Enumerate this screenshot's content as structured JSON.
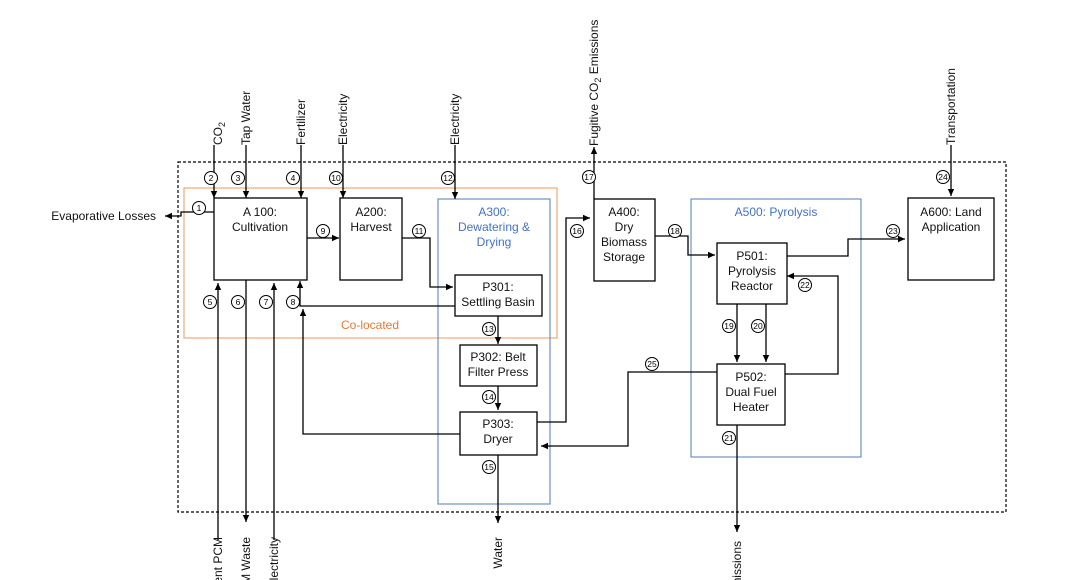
{
  "boxes": {
    "a100": [
      "A 100:",
      "Cultivation"
    ],
    "a200": [
      "A200:",
      "Harvest"
    ],
    "a400": [
      "A400:",
      "Dry",
      "Biomass",
      "Storage"
    ],
    "a600": [
      "A600: Land",
      "Application"
    ],
    "p301": [
      "P301:",
      "Settling Basin"
    ],
    "p302": [
      "P302: Belt",
      "Filter Press"
    ],
    "p303": [
      "P303:",
      "Dryer"
    ],
    "p501": [
      "P501:",
      "Pyrolysis",
      "Reactor"
    ],
    "p502": [
      "P502:",
      "Dual Fuel",
      "Heater"
    ]
  },
  "regions": {
    "a300": [
      "A300:",
      "Dewatering &",
      "Drying"
    ],
    "a500": "A500: Pyrolysis",
    "colocated": "Co-located"
  },
  "flows": {
    "evaporative_losses": "Evaporative Losses",
    "co2": "CO",
    "co2_sub": "2",
    "tap_water": "Tap Water",
    "fertilizer": "Fertilizer",
    "electricity_1": "Electricity",
    "electricity_2": "Electricity",
    "fugitive_pre": "Fugitive CO",
    "fugitive_sub": "2",
    "fugitive_post": " Emissions",
    "transportation": "Transportation",
    "spent_pcm": "Spent PCM",
    "pcm_waste": "PCM Waste",
    "electricity_3": "Electricity",
    "water": "Water",
    "emissions": "Emissions"
  },
  "stream_numbers": [
    "1",
    "2",
    "3",
    "4",
    "5",
    "6",
    "7",
    "8",
    "9",
    "10",
    "11",
    "12",
    "13",
    "14",
    "15",
    "16",
    "17",
    "18",
    "19",
    "20",
    "21",
    "22",
    "23",
    "24",
    "25"
  ]
}
